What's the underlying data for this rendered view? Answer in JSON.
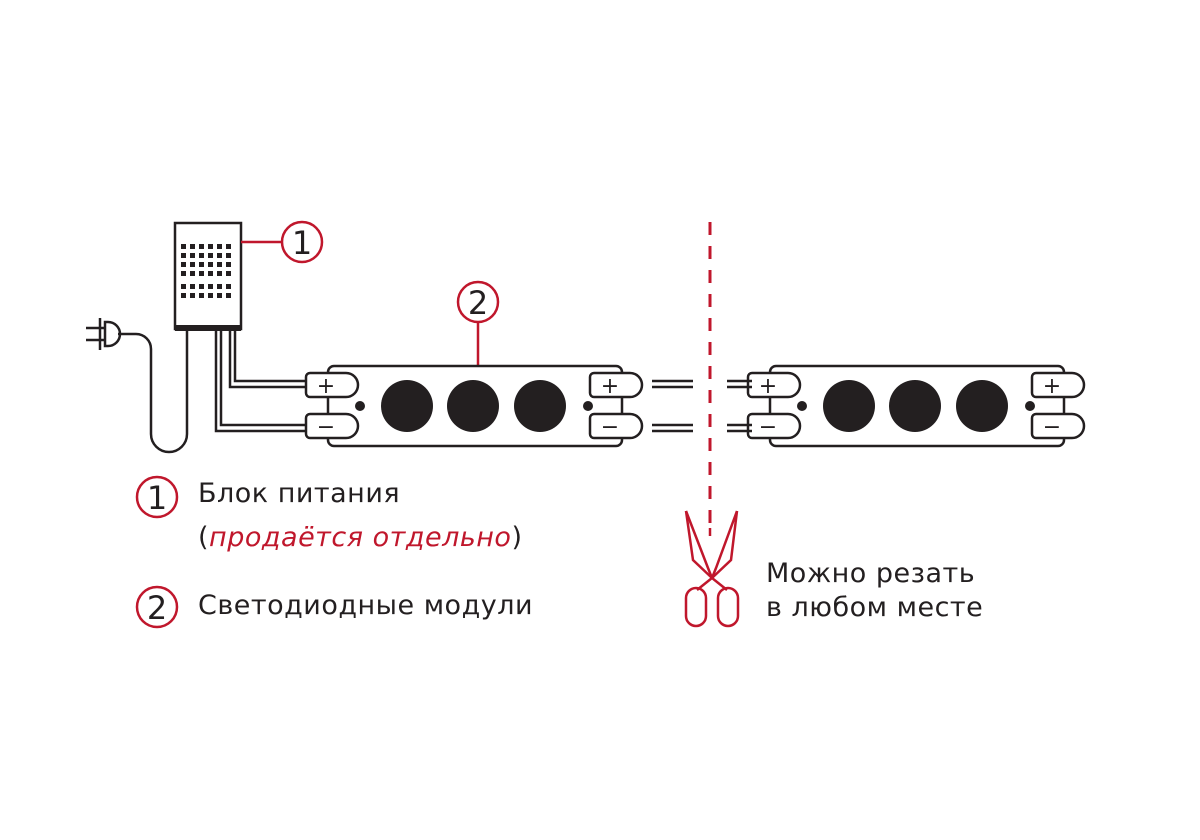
{
  "colors": {
    "accent": "#c0172c",
    "ink": "#231f20"
  },
  "callouts": {
    "one": "1",
    "two": "2"
  },
  "connectors": {
    "plus": "+",
    "minus": "−"
  },
  "legend": {
    "item1_label": "Блок питания",
    "item1_open": "(",
    "item1_note": "продаётся отдельно",
    "item1_close": ")",
    "item2_label": "Светодиодные модули"
  },
  "cut_note": {
    "line1": "Можно резать",
    "line2": "в любом месте"
  }
}
